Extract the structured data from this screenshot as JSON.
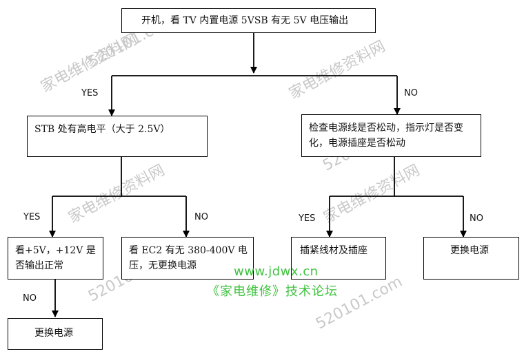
{
  "nodes": {
    "start": "开机，看 TV 内置电源 5VSB 有无 5V 电压输出",
    "stb": "STB 处有高电平（大于 2.5V）",
    "check_power_cord": "检查电源线是否松动，指示灯是否变化，电源插座是否松动",
    "check_5v_12v": "看+5V，+12V 是否输出正常",
    "check_ec2": "看 EC2 有无 380-400V 电压，无更换电源",
    "plug_tight": "插紧线材及插座",
    "replace_power_right": "更换电源",
    "replace_power_bottom": "更换电源"
  },
  "edges": {
    "start_yes": "YES",
    "start_no": "NO",
    "stb_yes": "YES",
    "stb_no": "NO",
    "cord_yes": "YES",
    "cord_no": "NO",
    "check5v_no": "NO"
  },
  "watermark": {
    "site": "www.jdwx.cn",
    "forum": "《家电维修》技术论坛",
    "repeat_a": "家电维修资料网",
    "repeat_b": "520101.com"
  },
  "colors": {
    "stroke": "#000000",
    "stamp": "#3fc23f",
    "watermark": "#c9c9c9"
  }
}
